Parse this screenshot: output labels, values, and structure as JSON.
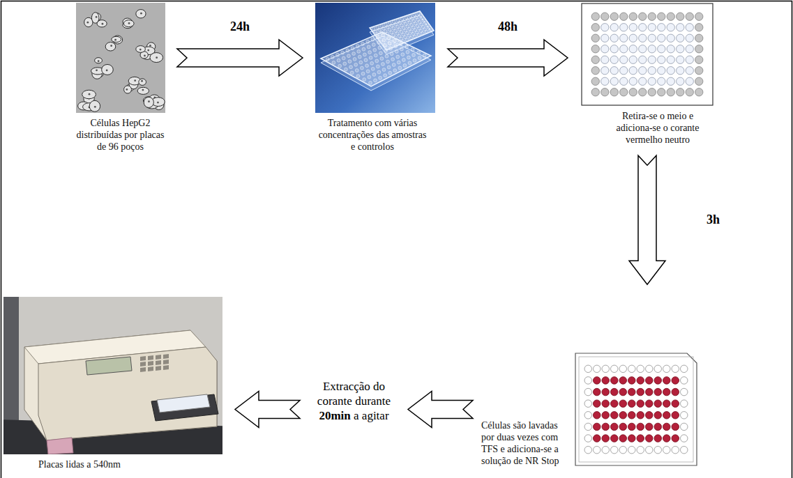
{
  "diagram": {
    "nodes": [
      {
        "text": [
          "Células HepG2 distribuídas por placas de 96 poços"
        ]
      },
      {
        "text": [
          "Tratamento com várias concentrações das amostras e controlos"
        ]
      },
      {
        "text": [
          "Retira-se o meio e adiciona-se o corante vermelho neutro"
        ]
      },
      {
        "text": [
          "Células são lavadas por duas vezes com TFS e adiciona-se a solução de NR Stop"
        ]
      },
      {
        "text": [
          "Placas lidas a 540nm"
        ]
      }
    ],
    "edges": [
      {
        "from": 0,
        "to": 1,
        "arrow": "to",
        "label": "24h"
      },
      {
        "from": 1,
        "to": 2,
        "arrow": "to",
        "label": "48h"
      },
      {
        "from": 2,
        "to": 3,
        "arrow": "to",
        "label": "3h"
      },
      {
        "from": 3,
        "to": 4,
        "arrow": "to",
        "label": "Extracção do corante durante 20min a agitar"
      }
    ]
  }
}
